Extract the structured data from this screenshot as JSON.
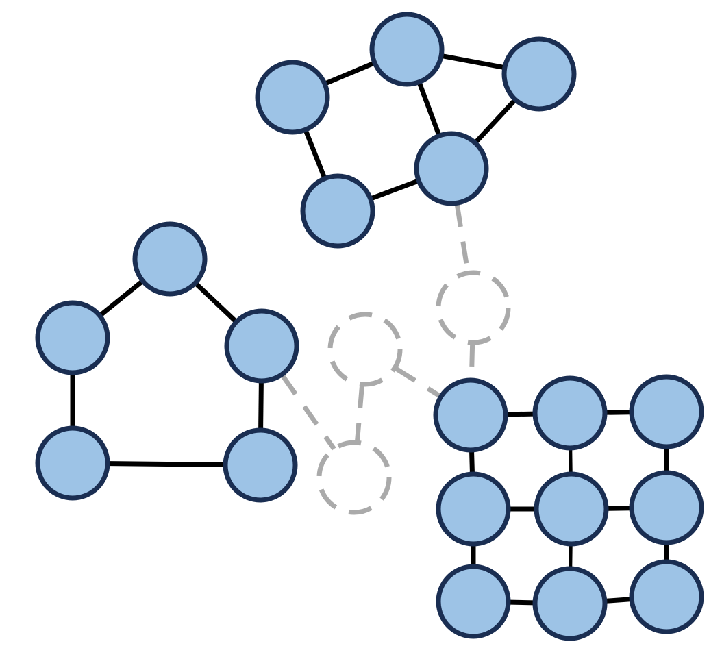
{
  "colors": {
    "background": "#ffffff",
    "node_fill": "#9dc3e6",
    "node_stroke": "#1a2e52",
    "edge": "#000000",
    "ghost": "#aaaaaa"
  },
  "graph": {
    "components": [
      {
        "name": "top-cluster",
        "nodes": [
          "t1",
          "t2",
          "t3",
          "t4",
          "t5"
        ],
        "edges": [
          [
            "t1",
            "t2"
          ],
          [
            "t2",
            "t3"
          ],
          [
            "t2",
            "t4"
          ],
          [
            "t3",
            "t4"
          ],
          [
            "t1",
            "t5"
          ],
          [
            "t5",
            "t4"
          ]
        ]
      },
      {
        "name": "left-cluster",
        "nodes": [
          "l1",
          "l2",
          "l3",
          "l4",
          "l5"
        ],
        "edges": [
          [
            "l1",
            "l2"
          ],
          [
            "l1",
            "l3"
          ],
          [
            "l2",
            "l4"
          ],
          [
            "l3",
            "l5"
          ],
          [
            "l4",
            "l5"
          ]
        ]
      },
      {
        "name": "grid-cluster",
        "nodes": [
          "g11",
          "g12",
          "g13",
          "g21",
          "g22",
          "g23",
          "g31",
          "g32",
          "g33"
        ],
        "edges": [
          [
            "g11",
            "g12"
          ],
          [
            "g12",
            "g13"
          ],
          [
            "g21",
            "g22"
          ],
          [
            "g22",
            "g23"
          ],
          [
            "g31",
            "g32"
          ],
          [
            "g32",
            "g33"
          ],
          [
            "g11",
            "g21"
          ],
          [
            "g21",
            "g31"
          ],
          [
            "g12",
            "g22"
          ],
          [
            "g22",
            "g32"
          ],
          [
            "g13",
            "g23"
          ],
          [
            "g23",
            "g33"
          ]
        ]
      }
    ],
    "ghost_nodes": [
      "c1",
      "c2",
      "c3"
    ],
    "ghost_edges": [
      [
        "t4",
        "c1"
      ],
      [
        "c1",
        "g11"
      ],
      [
        "c2",
        "g11"
      ],
      [
        "l3",
        "c3"
      ],
      [
        "c2",
        "c3"
      ]
    ]
  }
}
